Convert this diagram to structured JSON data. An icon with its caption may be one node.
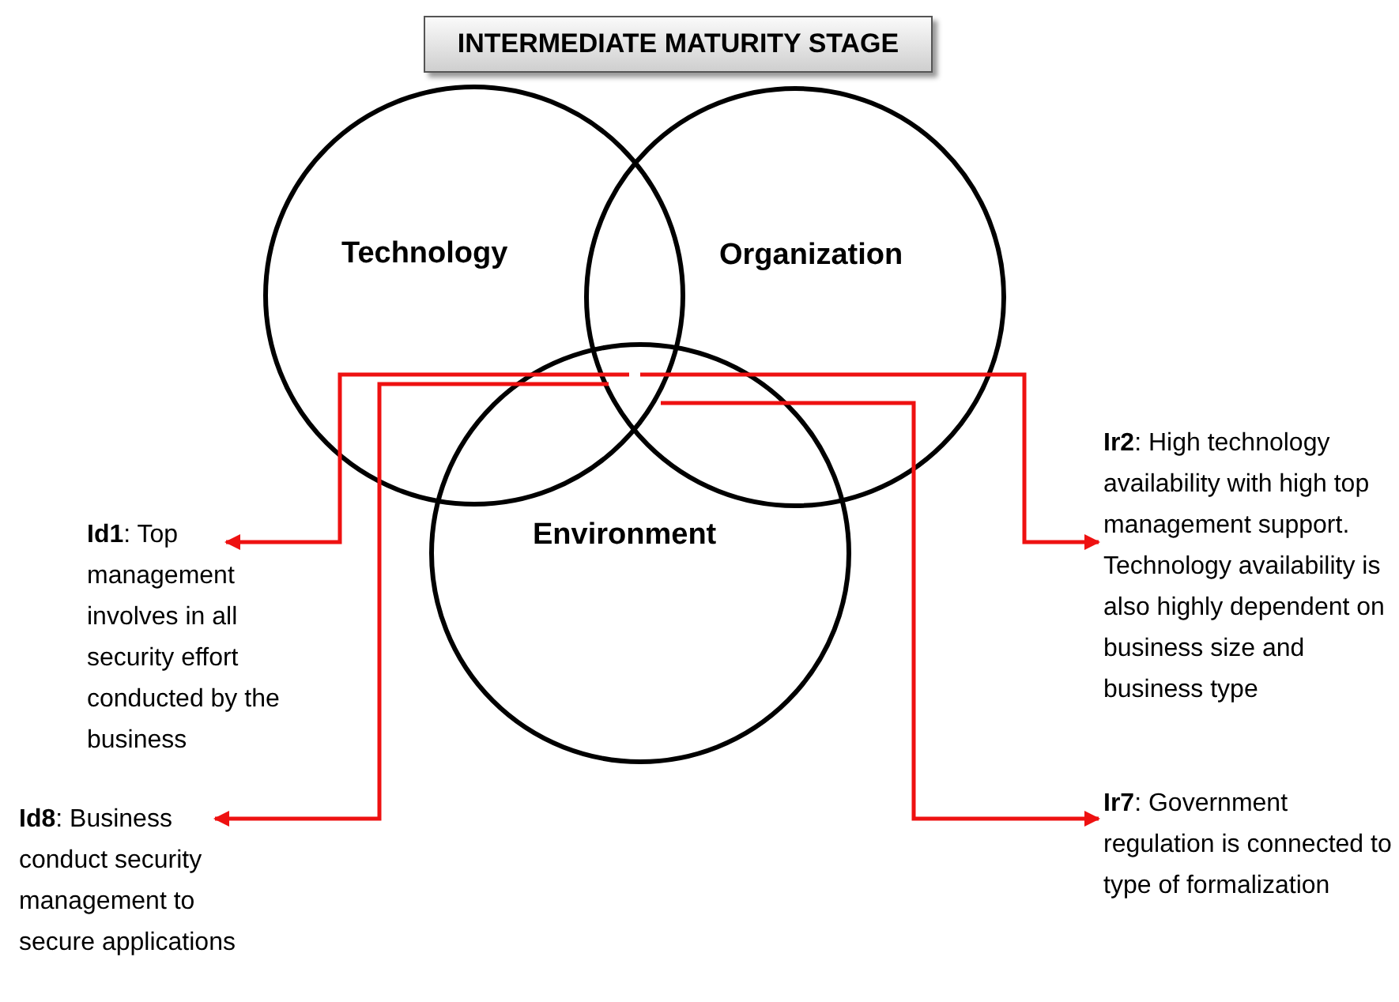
{
  "diagram": {
    "title": "INTERMEDIATE MATURITY STAGE",
    "nodes": [
      {
        "text": [
          "Technology"
        ]
      },
      {
        "text": [
          "Organization"
        ]
      },
      {
        "text": [
          "Environment"
        ]
      },
      {
        "text": [
          "**Id1**: Top management involves in all security effort conducted by the business"
        ]
      },
      {
        "text": [
          "**Id8**: Business conduct security management to secure applications"
        ]
      },
      {
        "text": [
          "**Ir2**: High technology availability with high top management support. Technology availability is also highly dependent on business size and business type"
        ]
      },
      {
        "text": [
          "**Ir7**: Government regulation is connected to type of formalization"
        ]
      }
    ],
    "edges": [
      {
        "from": 0,
        "to": 3,
        "arrow": "to"
      },
      {
        "from": 0,
        "to": 4,
        "arrow": "to"
      },
      {
        "from": 0,
        "to": 5,
        "arrow": "to"
      },
      {
        "from": 1,
        "to": 6,
        "arrow": "to"
      }
    ]
  }
}
